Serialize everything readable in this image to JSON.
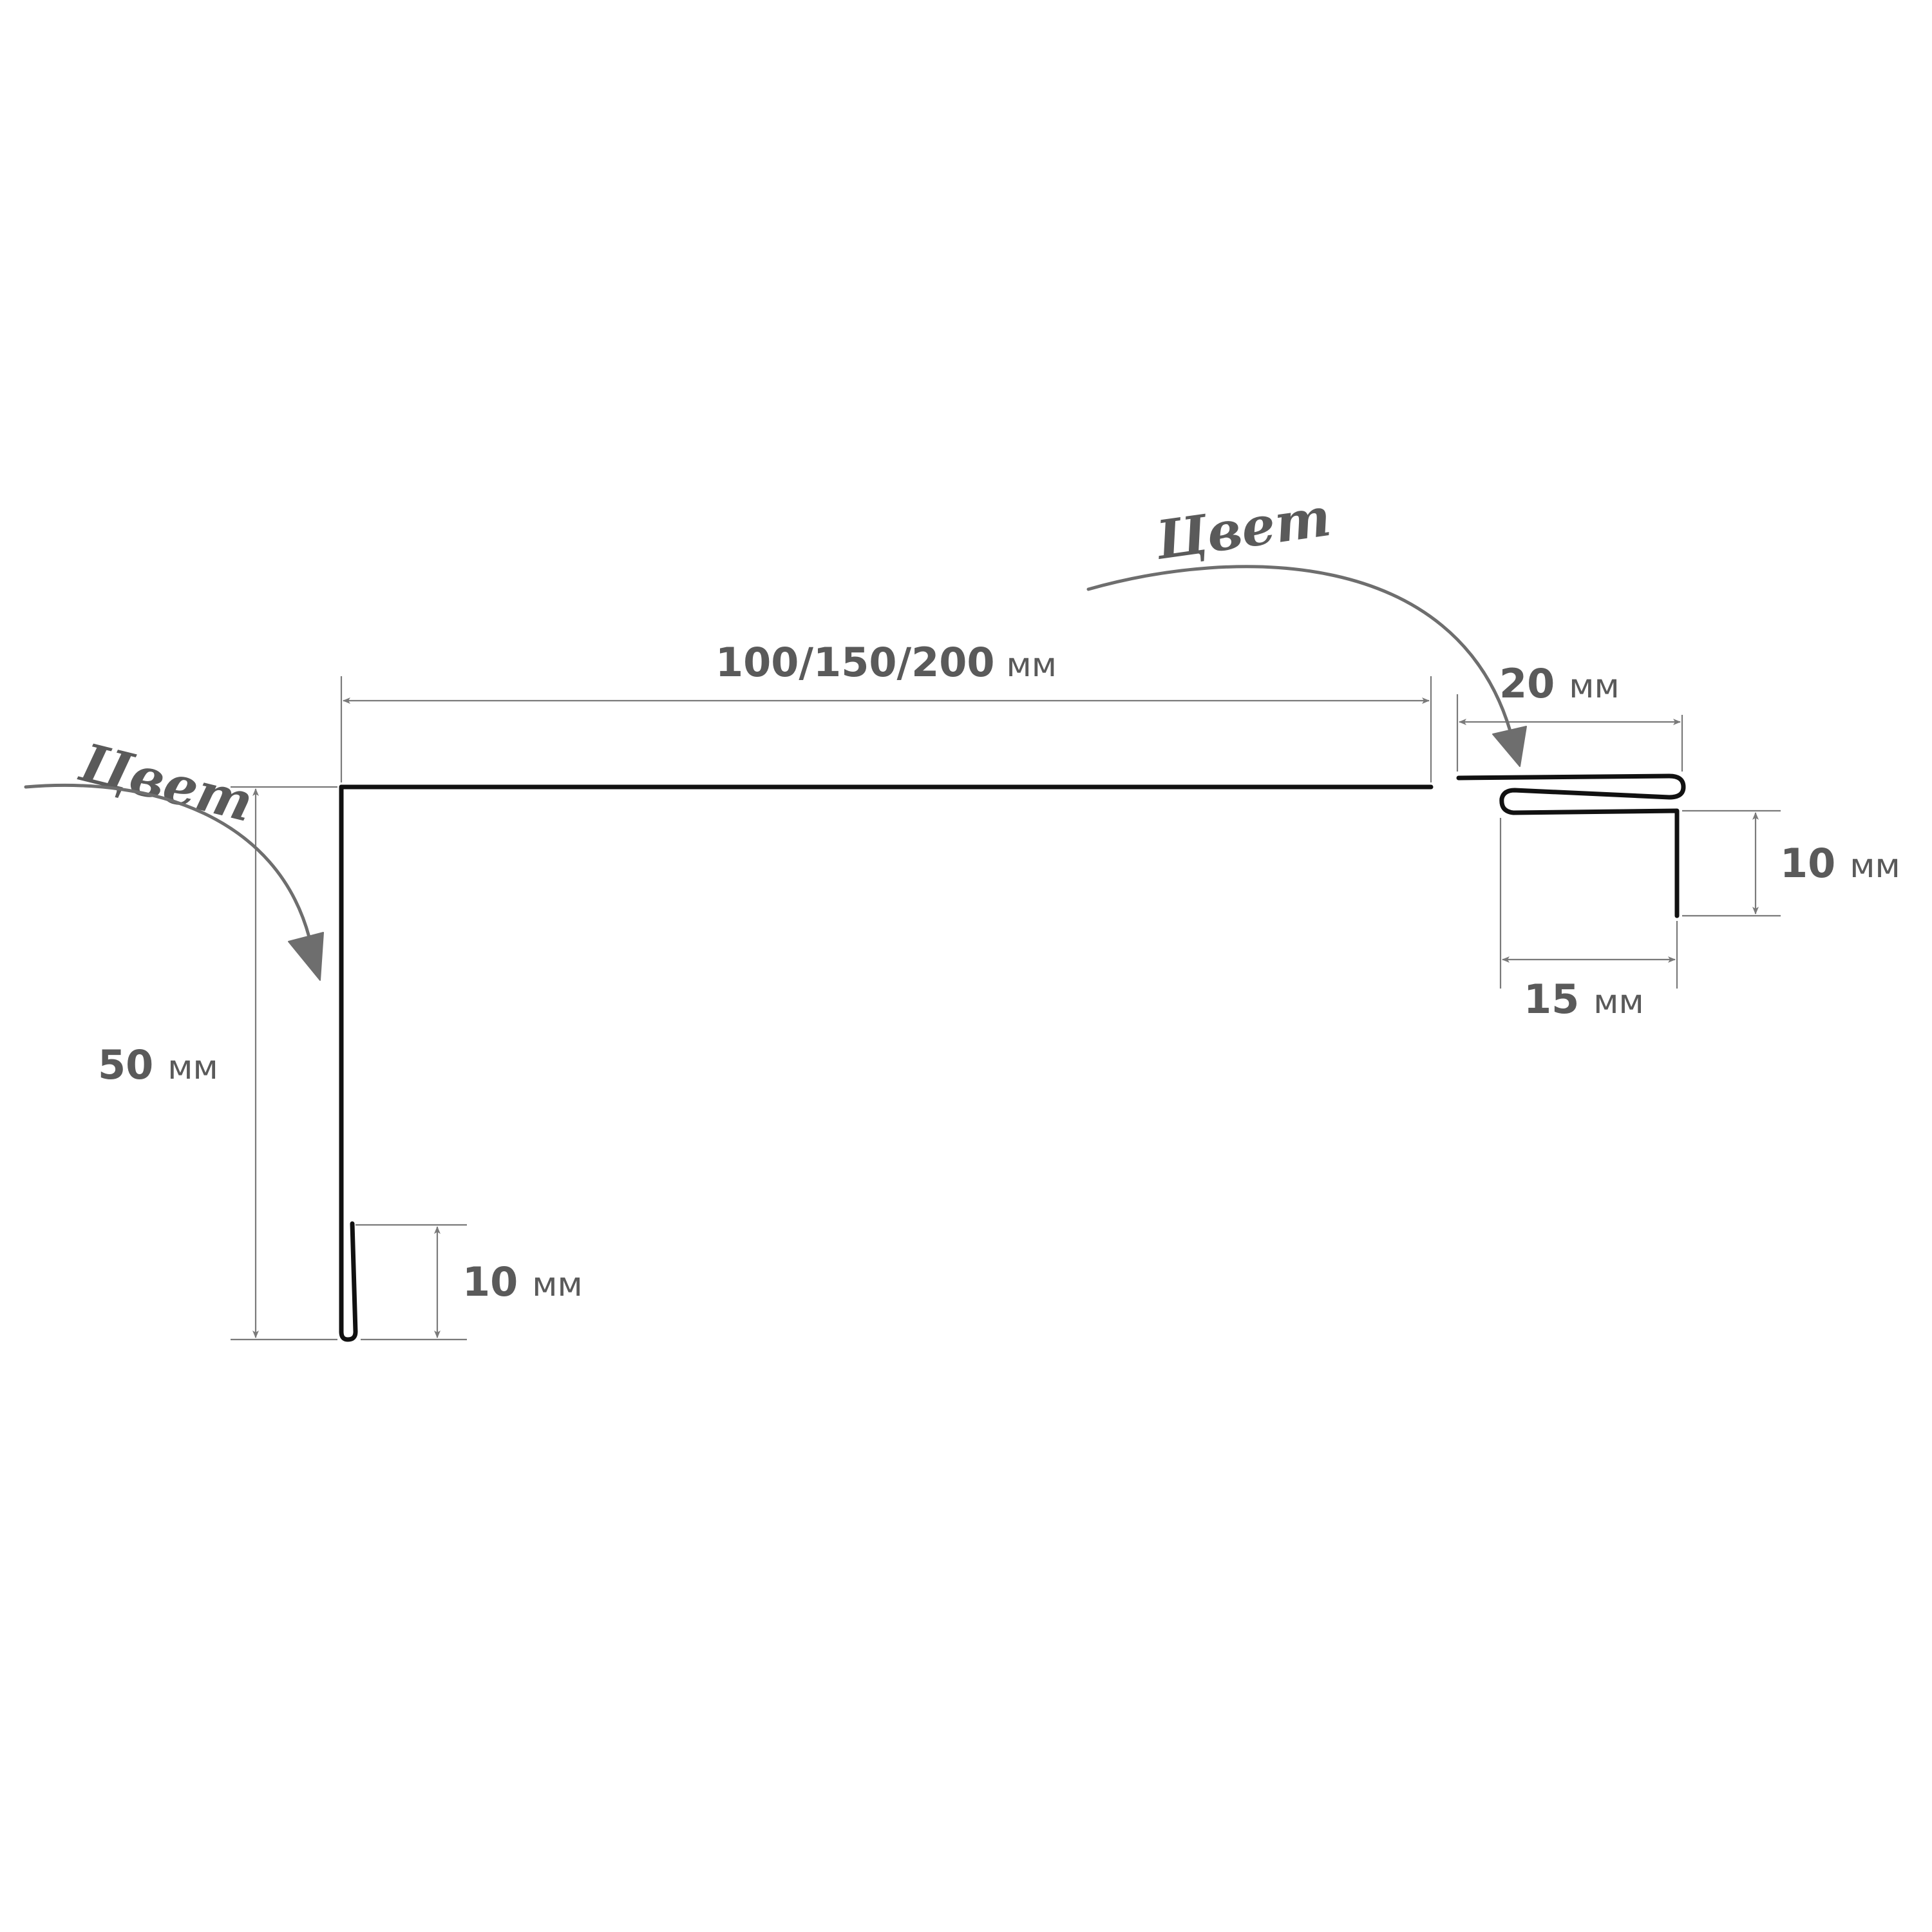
{
  "annotations": {
    "color_label_left": "Цвет",
    "color_label_right": "Цвет"
  },
  "dimensions": {
    "top_width": {
      "value": "100/150/200",
      "unit": "мм"
    },
    "left_height": {
      "value": "50",
      "unit": "мм"
    },
    "left_hem": {
      "value": "10",
      "unit": "мм"
    },
    "right_fold": {
      "value": "20",
      "unit": "мм"
    },
    "right_drop": {
      "value": "10",
      "unit": "мм"
    },
    "right_offset": {
      "value": "15",
      "unit": "мм"
    }
  },
  "colors": {
    "profile": "#111111",
    "dimension": "#7a7a7a",
    "text": "#5a5a5a"
  }
}
